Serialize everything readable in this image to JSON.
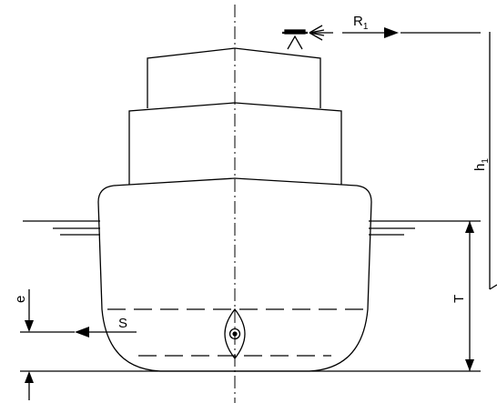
{
  "labels": {
    "wind_resultant": {
      "main": "R",
      "sub": "1"
    },
    "wind_height": {
      "main": "h",
      "sub": "1"
    },
    "draught": "T",
    "eccentricity": "e",
    "drift_force": "S"
  },
  "colors": {
    "line": "#000000",
    "background": "#ffffff"
  }
}
